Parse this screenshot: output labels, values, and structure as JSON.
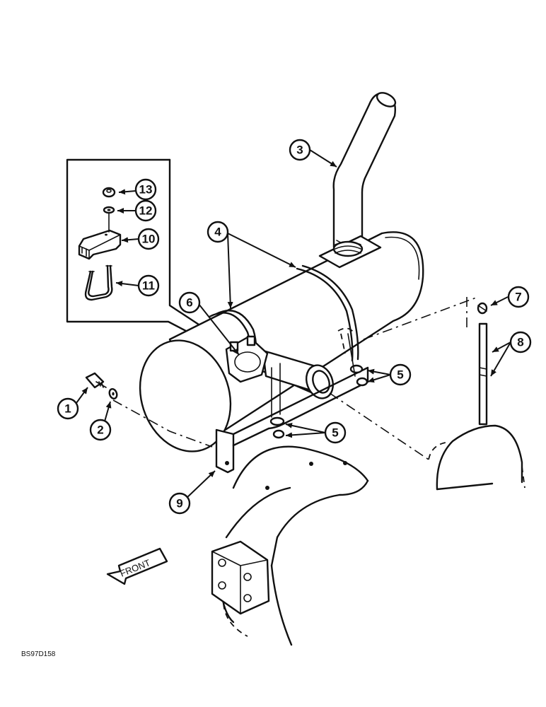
{
  "callouts": {
    "c1": "1",
    "c2": "2",
    "c3": "3",
    "c4": "4",
    "c5a": "5",
    "c5b": "5",
    "c6": "6",
    "c7": "7",
    "c8": "8",
    "c9": "9",
    "c10": "10",
    "c11": "11",
    "c12": "12",
    "c13": "13"
  },
  "front_label": "FRONT",
  "figure_code": "BS97D158"
}
